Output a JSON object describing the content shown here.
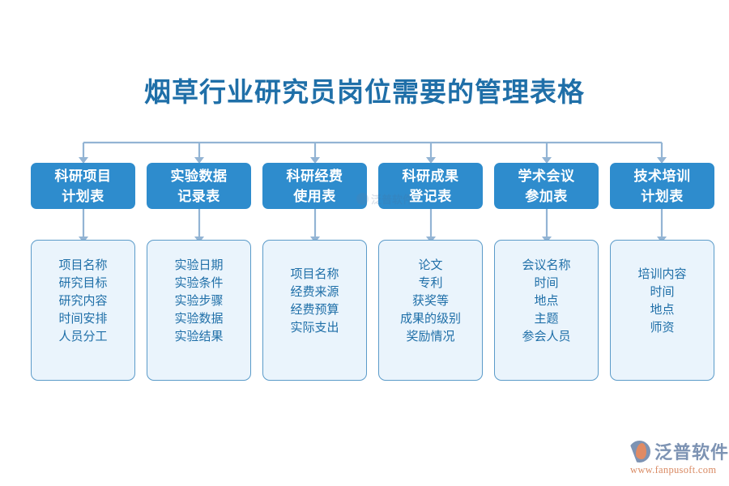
{
  "title": "烟草行业研究员岗位需要的管理表格",
  "theme": {
    "header_fill": "#2e8ccd",
    "header_text": "#ffffff",
    "body_fill": "#eaf4fc",
    "body_border": "#5b9bc9",
    "body_text": "#1f6fa8",
    "title_color": "#1f6fa8",
    "connector_color": "#93b4d4",
    "background": "#ffffff"
  },
  "columns": [
    {
      "header_line1": "科研项目",
      "header_line2": "计划表",
      "fields": [
        "项目名称",
        "研究目标",
        "研究内容",
        "时间安排",
        "人员分工"
      ]
    },
    {
      "header_line1": "实验数据",
      "header_line2": "记录表",
      "fields": [
        "实验日期",
        "实验条件",
        "实验步骤",
        "实验数据",
        "实验结果"
      ]
    },
    {
      "header_line1": "科研经费",
      "header_line2": "使用表",
      "fields": [
        "项目名称",
        "经费来源",
        "经费预算",
        "实际支出"
      ]
    },
    {
      "header_line1": "科研成果",
      "header_line2": "登记表",
      "fields": [
        "论文",
        "专利",
        "获奖等",
        "成果的级别",
        "奖励情况"
      ]
    },
    {
      "header_line1": "学术会议",
      "header_line2": "参加表",
      "fields": [
        "会议名称",
        "时间",
        "地点",
        "主题",
        "参会人员"
      ]
    },
    {
      "header_line1": "技术培训",
      "header_line2": "计划表",
      "fields": [
        "培训内容",
        "时间",
        "地点",
        "师资"
      ]
    }
  ],
  "watermark": {
    "text": "泛普软件"
  },
  "logo": {
    "name": "泛普软件",
    "url": "www.fanpusoft.com"
  }
}
